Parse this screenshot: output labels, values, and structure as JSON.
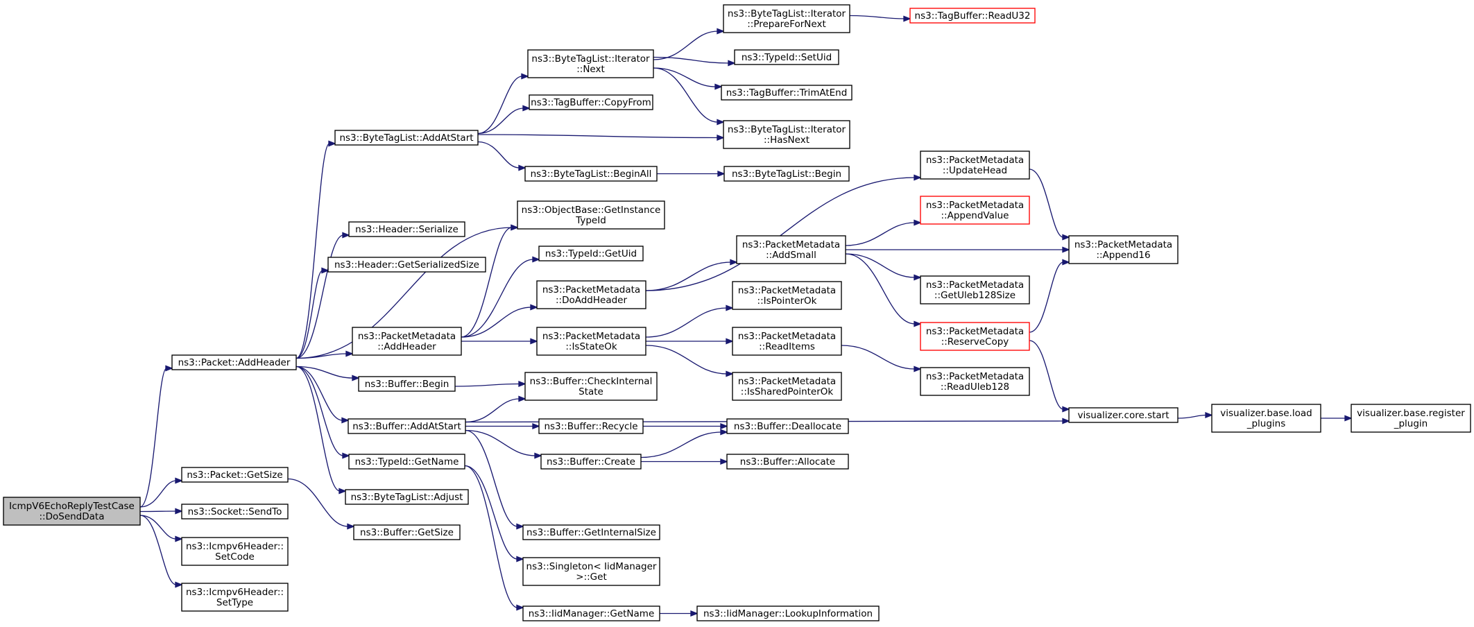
{
  "colors": {
    "edge": "#191970",
    "node_border": "#000000",
    "node_border_truncated": "#ff0000",
    "root_fill": "#bfbfbf",
    "background": "#ffffff"
  },
  "nodes": [
    {
      "id": "root",
      "lines": [
        "IcmpV6EchoReplyTestCase",
        "::DoSendData"
      ],
      "style": "root"
    },
    {
      "id": "pkt_addheader",
      "lines": [
        "ns3::Packet::AddHeader"
      ],
      "style": "normal"
    },
    {
      "id": "pkt_getsize",
      "lines": [
        "ns3::Packet::GetSize"
      ],
      "style": "normal"
    },
    {
      "id": "sock_sendto",
      "lines": [
        "ns3::Socket::SendTo"
      ],
      "style": "normal"
    },
    {
      "id": "icmp_setcode",
      "lines": [
        "ns3::Icmpv6Header::",
        "SetCode"
      ],
      "style": "normal"
    },
    {
      "id": "icmp_settype",
      "lines": [
        "ns3::Icmpv6Header::",
        "SetType"
      ],
      "style": "normal"
    },
    {
      "id": "btl_addatstart",
      "lines": [
        "ns3::ByteTagList::AddAtStart"
      ],
      "style": "normal"
    },
    {
      "id": "hdr_serialize",
      "lines": [
        "ns3::Header::Serialize"
      ],
      "style": "normal"
    },
    {
      "id": "hdr_getser",
      "lines": [
        "ns3::Header::GetSerializedSize"
      ],
      "style": "normal"
    },
    {
      "id": "pm_addheader",
      "lines": [
        "ns3::PacketMetadata",
        "::AddHeader"
      ],
      "style": "normal"
    },
    {
      "id": "buf_begin",
      "lines": [
        "ns3::Buffer::Begin"
      ],
      "style": "normal"
    },
    {
      "id": "buf_addatstart",
      "lines": [
        "ns3::Buffer::AddAtStart"
      ],
      "style": "normal"
    },
    {
      "id": "tid_getname",
      "lines": [
        "ns3::TypeId::GetName"
      ],
      "style": "normal"
    },
    {
      "id": "btl_adjust",
      "lines": [
        "ns3::ByteTagList::Adjust"
      ],
      "style": "normal"
    },
    {
      "id": "buf_getsize",
      "lines": [
        "ns3::Buffer::GetSize"
      ],
      "style": "normal"
    },
    {
      "id": "btli_next",
      "lines": [
        "ns3::ByteTagList::Iterator",
        "::Next"
      ],
      "style": "normal"
    },
    {
      "id": "tb_copyfrom",
      "lines": [
        "ns3::TagBuffer::CopyFrom"
      ],
      "style": "normal"
    },
    {
      "id": "btl_beginall",
      "lines": [
        "ns3::ByteTagList::BeginAll"
      ],
      "style": "normal"
    },
    {
      "id": "ob_getinst",
      "lines": [
        "ns3::ObjectBase::GetInstance",
        "TypeId"
      ],
      "style": "normal"
    },
    {
      "id": "tid_getuid",
      "lines": [
        "ns3::TypeId::GetUid"
      ],
      "style": "normal"
    },
    {
      "id": "pm_doaddheader",
      "lines": [
        "ns3::PacketMetadata",
        "::DoAddHeader"
      ],
      "style": "normal"
    },
    {
      "id": "pm_isstateok",
      "lines": [
        "ns3::PacketMetadata",
        "::IsStateOk"
      ],
      "style": "normal"
    },
    {
      "id": "buf_checkinternal",
      "lines": [
        "ns3::Buffer::CheckInternal",
        "State"
      ],
      "style": "normal"
    },
    {
      "id": "buf_recycle",
      "lines": [
        "ns3::Buffer::Recycle"
      ],
      "style": "normal"
    },
    {
      "id": "buf_create",
      "lines": [
        "ns3::Buffer::Create"
      ],
      "style": "normal"
    },
    {
      "id": "buf_getinternalsize",
      "lines": [
        "ns3::Buffer::GetInternalSize"
      ],
      "style": "normal"
    },
    {
      "id": "singleton_get",
      "lines": [
        "ns3::Singleton< IidManager",
        ">::Get"
      ],
      "style": "normal"
    },
    {
      "id": "iid_getname",
      "lines": [
        "ns3::IidManager::GetName"
      ],
      "style": "normal"
    },
    {
      "id": "btli_preparefornext",
      "lines": [
        "ns3::ByteTagList::Iterator",
        "::PrepareForNext"
      ],
      "style": "normal"
    },
    {
      "id": "tid_setuid",
      "lines": [
        "ns3::TypeId::SetUid"
      ],
      "style": "normal"
    },
    {
      "id": "tb_trimatend",
      "lines": [
        "ns3::TagBuffer::TrimAtEnd"
      ],
      "style": "normal"
    },
    {
      "id": "btli_hasnext",
      "lines": [
        "ns3::ByteTagList::Iterator",
        "::HasNext"
      ],
      "style": "normal"
    },
    {
      "id": "btl_begin",
      "lines": [
        "ns3::ByteTagList::Begin"
      ],
      "style": "normal"
    },
    {
      "id": "pm_addsmall",
      "lines": [
        "ns3::PacketMetadata",
        "::AddSmall"
      ],
      "style": "normal"
    },
    {
      "id": "pm_ispointerok",
      "lines": [
        "ns3::PacketMetadata",
        "::IsPointerOk"
      ],
      "style": "normal"
    },
    {
      "id": "pm_readitems",
      "lines": [
        "ns3::PacketMetadata",
        "::ReadItems"
      ],
      "style": "normal"
    },
    {
      "id": "pm_issharedpointerok",
      "lines": [
        "ns3::PacketMetadata",
        "::IsSharedPointerOk"
      ],
      "style": "normal"
    },
    {
      "id": "buf_deallocate",
      "lines": [
        "ns3::Buffer::Deallocate"
      ],
      "style": "normal"
    },
    {
      "id": "buf_allocate",
      "lines": [
        "ns3::Buffer::Allocate"
      ],
      "style": "normal"
    },
    {
      "id": "iid_lookupinfo",
      "lines": [
        "ns3::IidManager::LookupInformation"
      ],
      "style": "normal"
    },
    {
      "id": "tb_readu32",
      "lines": [
        "ns3::TagBuffer::ReadU32"
      ],
      "style": "red"
    },
    {
      "id": "pm_updatehead",
      "lines": [
        "ns3::PacketMetadata",
        "::UpdateHead"
      ],
      "style": "normal"
    },
    {
      "id": "pm_appendvalue",
      "lines": [
        "ns3::PacketMetadata",
        "::AppendValue"
      ],
      "style": "red"
    },
    {
      "id": "pm_getuleb",
      "lines": [
        "ns3::PacketMetadata",
        "::GetUleb128Size"
      ],
      "style": "normal"
    },
    {
      "id": "pm_reservecopy",
      "lines": [
        "ns3::PacketMetadata",
        "::ReserveCopy"
      ],
      "style": "red"
    },
    {
      "id": "pm_readuleb",
      "lines": [
        "ns3::PacketMetadata",
        "::ReadUleb128"
      ],
      "style": "normal"
    },
    {
      "id": "pm_append16",
      "lines": [
        "ns3::PacketMetadata",
        "::Append16"
      ],
      "style": "normal"
    },
    {
      "id": "vis_core_start",
      "lines": [
        "visualizer.core.start"
      ],
      "style": "normal"
    },
    {
      "id": "vis_load_plugins",
      "lines": [
        "visualizer.base.load",
        "_plugins"
      ],
      "style": "normal"
    },
    {
      "id": "vis_register_plugin",
      "lines": [
        "visualizer.base.register",
        "_plugin"
      ],
      "style": "normal"
    }
  ],
  "edges": [
    [
      "root",
      "pkt_addheader"
    ],
    [
      "root",
      "pkt_getsize"
    ],
    [
      "root",
      "sock_sendto"
    ],
    [
      "root",
      "icmp_setcode"
    ],
    [
      "root",
      "icmp_settype"
    ],
    [
      "pkt_addheader",
      "btl_addatstart"
    ],
    [
      "pkt_addheader",
      "hdr_serialize"
    ],
    [
      "pkt_addheader",
      "hdr_getser"
    ],
    [
      "pkt_addheader",
      "ob_getinst"
    ],
    [
      "pkt_addheader",
      "pm_addheader"
    ],
    [
      "pkt_addheader",
      "buf_begin"
    ],
    [
      "pkt_addheader",
      "buf_addatstart"
    ],
    [
      "pkt_addheader",
      "tid_getname"
    ],
    [
      "pkt_addheader",
      "btl_adjust"
    ],
    [
      "pkt_getsize",
      "buf_getsize"
    ],
    [
      "btl_addatstart",
      "btli_next"
    ],
    [
      "btl_addatstart",
      "tb_copyfrom"
    ],
    [
      "btl_addatstart",
      "btli_hasnext"
    ],
    [
      "btl_addatstart",
      "btl_beginall"
    ],
    [
      "btli_next",
      "btli_preparefornext"
    ],
    [
      "btli_next",
      "tid_setuid"
    ],
    [
      "btli_next",
      "tb_trimatend"
    ],
    [
      "btli_next",
      "btli_hasnext"
    ],
    [
      "btli_preparefornext",
      "tb_readu32"
    ],
    [
      "btl_beginall",
      "btl_begin"
    ],
    [
      "pm_addheader",
      "ob_getinst"
    ],
    [
      "pm_addheader",
      "tid_getuid"
    ],
    [
      "pm_addheader",
      "pm_doaddheader"
    ],
    [
      "pm_addheader",
      "pm_isstateok"
    ],
    [
      "pm_doaddheader",
      "pm_updatehead"
    ],
    [
      "pm_doaddheader",
      "pm_addsmall"
    ],
    [
      "pm_isstateok",
      "pm_ispointerok"
    ],
    [
      "pm_isstateok",
      "pm_readitems"
    ],
    [
      "pm_isstateok",
      "pm_issharedpointerok"
    ],
    [
      "pm_readitems",
      "pm_readuleb"
    ],
    [
      "pm_addsmall",
      "pm_appendvalue"
    ],
    [
      "pm_addsmall",
      "pm_append16"
    ],
    [
      "pm_addsmall",
      "pm_getuleb"
    ],
    [
      "pm_addsmall",
      "pm_reservecopy"
    ],
    [
      "pm_updatehead",
      "pm_append16"
    ],
    [
      "pm_reservecopy",
      "pm_append16"
    ],
    [
      "pm_reservecopy",
      "vis_core_start"
    ],
    [
      "vis_core_start",
      "vis_load_plugins"
    ],
    [
      "vis_load_plugins",
      "vis_register_plugin"
    ],
    [
      "buf_begin",
      "buf_checkinternal"
    ],
    [
      "buf_addatstart",
      "buf_checkinternal"
    ],
    [
      "buf_addatstart",
      "buf_recycle"
    ],
    [
      "buf_addatstart",
      "buf_create"
    ],
    [
      "buf_addatstart",
      "buf_getinternalsize"
    ],
    [
      "buf_addatstart",
      "vis_core_start"
    ],
    [
      "buf_recycle",
      "buf_deallocate"
    ],
    [
      "buf_create",
      "buf_deallocate"
    ],
    [
      "buf_create",
      "buf_allocate"
    ],
    [
      "tid_getname",
      "singleton_get"
    ],
    [
      "tid_getname",
      "iid_getname"
    ],
    [
      "iid_getname",
      "iid_lookupinfo"
    ]
  ]
}
